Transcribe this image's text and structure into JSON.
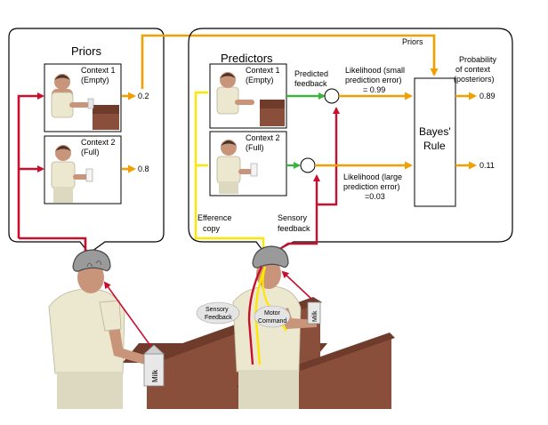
{
  "priors_panel": {
    "title": "Priors",
    "context1_label": [
      "Context 1",
      "(Empty)"
    ],
    "context2_label": [
      "Context 2",
      "(Full)"
    ],
    "prior1_value": "0.2",
    "prior2_value": "0.8"
  },
  "predictors_panel": {
    "title": "Predictors",
    "context1_label": [
      "Context 1",
      "(Empty)"
    ],
    "context2_label": [
      "Context 2",
      "(Full)"
    ],
    "priors_arrow_label": "Priors",
    "predicted_feedback": [
      "Predicted",
      "feedback"
    ],
    "likelihood1": [
      "Likelihood (small",
      "prediction error)",
      "= 0.99"
    ],
    "likelihood2": [
      "Likelihood (large",
      "prediction error)",
      "=0.03"
    ],
    "bayes_rule": [
      "Bayes'",
      "Rule"
    ],
    "posterior_header": [
      "Probability",
      "of context",
      "(posteriors)"
    ],
    "posterior1": "0.89",
    "posterior2": "0.11",
    "efference_copy": [
      "Efference",
      "copy"
    ],
    "sensory_feedback": [
      "Sensory",
      "feedback"
    ]
  },
  "figures": {
    "milk_label": "Milk",
    "sensory_feedback_tag": [
      "Sensory",
      "Feedback"
    ],
    "motor_command_tag": [
      "Motor",
      "Command"
    ]
  },
  "colors": {
    "red": "#c8102e",
    "orange": "#f0a000",
    "green": "#3cb43c",
    "yellow": "#ffe600"
  }
}
